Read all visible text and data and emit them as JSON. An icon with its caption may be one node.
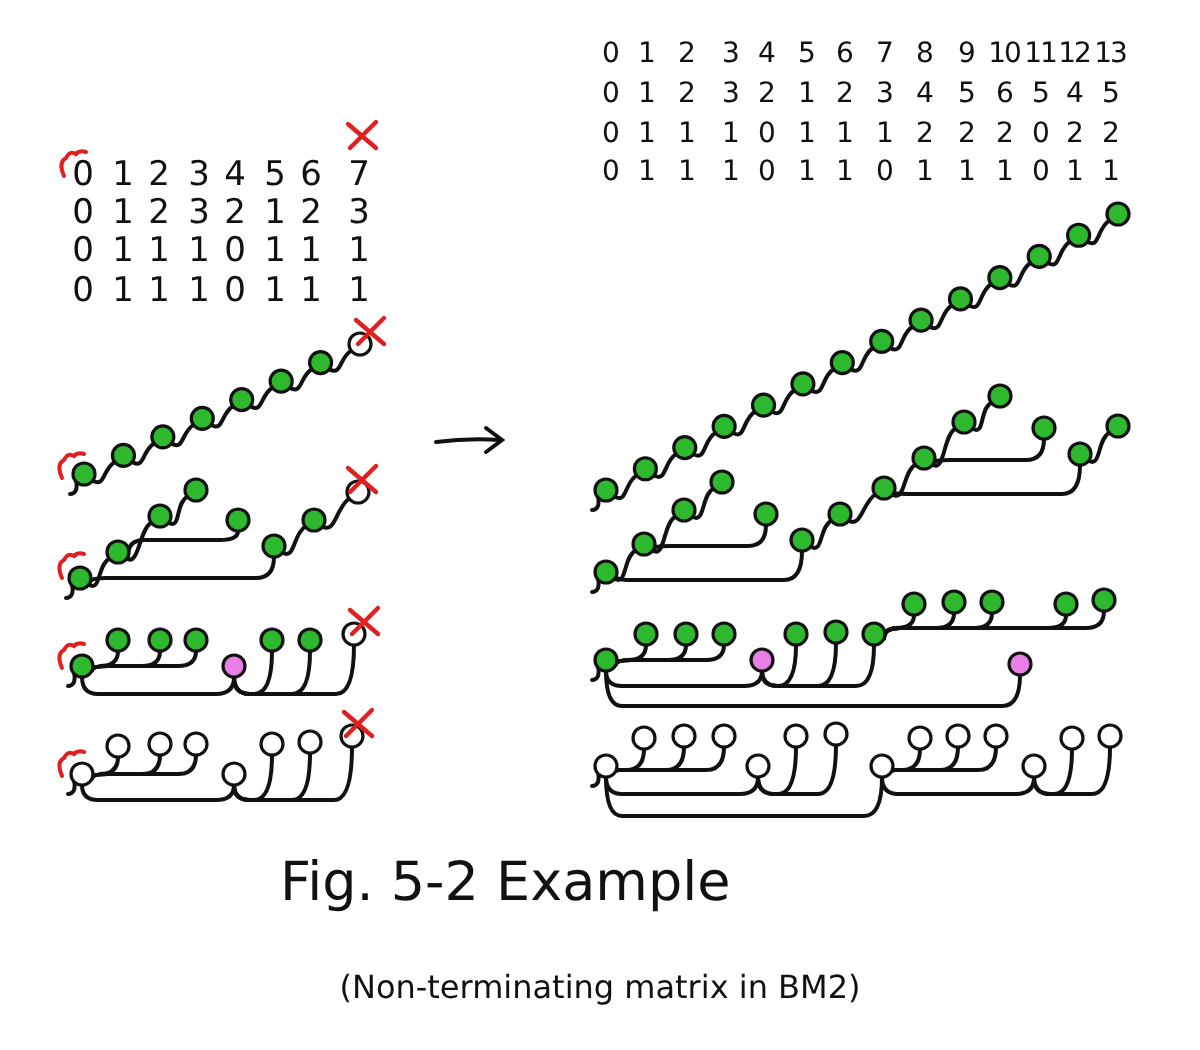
{
  "diagram": {
    "caption": "Fig. 5-2 Example",
    "labels": [
      "0",
      "1",
      "2",
      "3",
      "4",
      "5",
      "6",
      "7",
      "0",
      "1",
      "2",
      "3",
      "2",
      "1",
      "2",
      "3",
      "0",
      "1",
      "1",
      "1",
      "0",
      "1",
      "1",
      "1",
      "0",
      "1",
      "1",
      "1",
      "0",
      "1",
      "1",
      "1",
      "0",
      "1",
      "2",
      "3",
      "4",
      "5",
      "6",
      "7",
      "8",
      "9",
      "10",
      "11",
      "12",
      "13",
      "0",
      "1",
      "2",
      "3",
      "2",
      "1",
      "2",
      "3",
      "4",
      "5",
      "6",
      "5",
      "4",
      "5",
      "0",
      "1",
      "1",
      "1",
      "0",
      "1",
      "1",
      "1",
      "2",
      "2",
      "2",
      "0",
      "2",
      "2",
      "0",
      "1",
      "1",
      "1",
      "0",
      "1",
      "1",
      "0",
      "1",
      "1",
      "1",
      "0",
      "1",
      "1",
      "(Non-terminating matrix in BM2)"
    ]
  }
}
